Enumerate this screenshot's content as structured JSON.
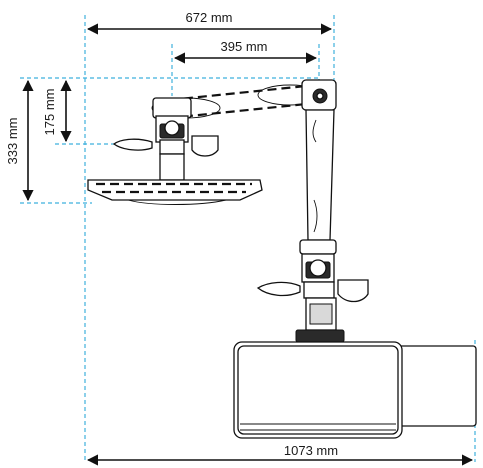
{
  "dimensions": {
    "width_upper": "672 mm",
    "arm_reach": "395 mm",
    "height_total": "333 mm",
    "height_head": "175 mm",
    "overall_reach": "1073 mm"
  },
  "colors": {
    "guide": "#3fb0dd",
    "line": "#111111"
  },
  "icons": {
    "arrow": "double-headed-arrow"
  }
}
